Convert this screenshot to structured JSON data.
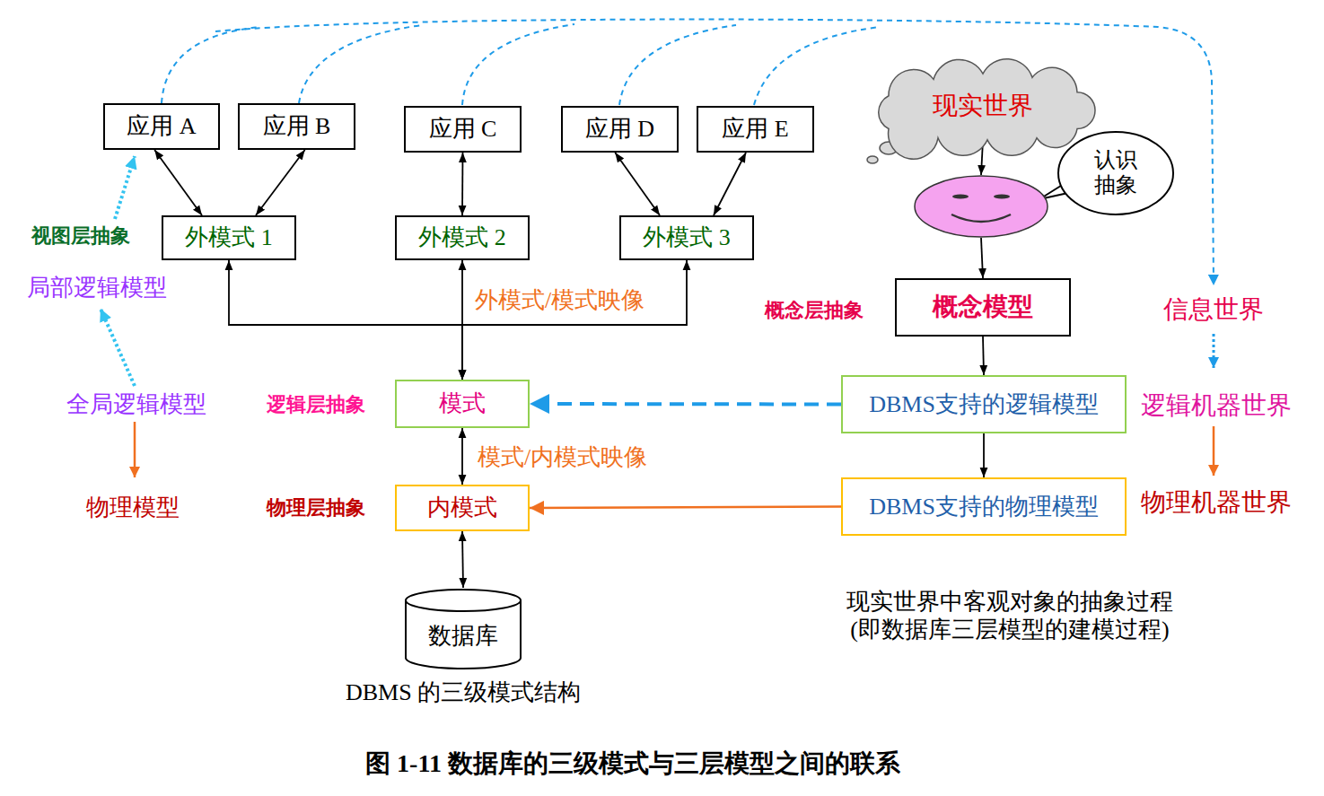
{
  "diagram": {
    "caption": "图 1-11 数据库的三级模式与三层模型之间的联系",
    "nodes": [
      {
        "text": [
          "应用 A"
        ]
      },
      {
        "text": [
          "应用 B"
        ]
      },
      {
        "text": [
          "应用 C"
        ]
      },
      {
        "text": [
          "应用 D"
        ]
      },
      {
        "text": [
          "应用 E"
        ]
      },
      {
        "text": [
          "外模式 1"
        ]
      },
      {
        "text": [
          "外模式 2"
        ]
      },
      {
        "text": [
          "外模式 3"
        ]
      },
      {
        "text": [
          "模式"
        ]
      },
      {
        "text": [
          "内模式"
        ]
      },
      {
        "text": [
          "数据库"
        ]
      },
      {
        "text": [
          "现实世界"
        ]
      },
      {
        "text": [
          "认识 抽象"
        ]
      },
      {
        "text": [
          "概念模型"
        ]
      },
      {
        "text": [
          "DBMS支持的逻辑模型"
        ]
      },
      {
        "text": [
          "DBMS支持的物理模型"
        ]
      }
    ],
    "edges": [
      {
        "from": 5,
        "to": 0,
        "arrow": "both"
      },
      {
        "from": 5,
        "to": 1,
        "arrow": "both"
      },
      {
        "from": 6,
        "to": 2,
        "arrow": "both"
      },
      {
        "from": 7,
        "to": 3,
        "arrow": "both"
      },
      {
        "from": 7,
        "to": 4,
        "arrow": "both"
      },
      {
        "from": 8,
        "to": 5,
        "arrow": "both"
      },
      {
        "from": 8,
        "to": 6,
        "arrow": "both",
        "label": "外模式/模式映像"
      },
      {
        "from": 8,
        "to": 7,
        "arrow": "both"
      },
      {
        "from": 8,
        "to": 9,
        "arrow": "both",
        "label": "模式/内模式映像"
      },
      {
        "from": 9,
        "to": 10,
        "arrow": "both"
      },
      {
        "from": 11,
        "to": 12,
        "arrow": "to"
      },
      {
        "from": 12,
        "to": 13,
        "arrow": "to"
      },
      {
        "from": 13,
        "to": 14,
        "arrow": "to"
      },
      {
        "from": 14,
        "to": 15,
        "arrow": "to"
      },
      {
        "from": 14,
        "to": 8,
        "arrow": "to"
      },
      {
        "from": 15,
        "to": 9,
        "arrow": "to"
      }
    ],
    "labels": [
      "视图层抽象",
      "局部逻辑模型",
      "全局逻辑模型",
      "物理模型",
      "逻辑层抽象",
      "物理层抽象",
      "概念层抽象",
      "信息世界",
      "逻辑机器世界",
      "物理机器世界",
      "DBMS 的三级模式结构",
      "现实世界中客观对象的抽象过程 (即数据库三层模型的建模过程)"
    ]
  }
}
